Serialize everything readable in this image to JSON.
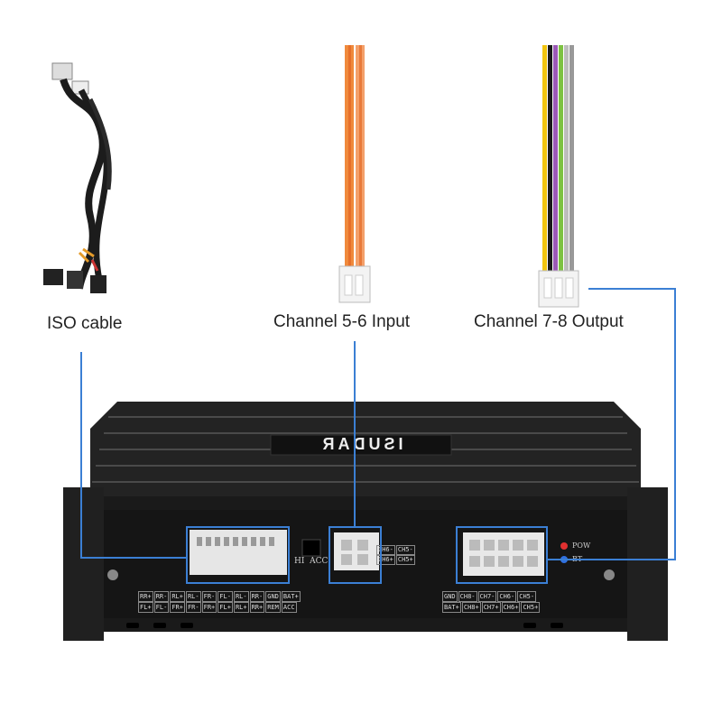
{
  "captions": {
    "iso": "ISO cable",
    "input": "Channel 5-6 Input",
    "output": "Channel 7-8 Output"
  },
  "device": {
    "brand": "ISUDAR",
    "switch_labels": "HI  ACC",
    "pow_label": "POW",
    "bt_label": "BT",
    "iso_pins_top": [
      "RR+",
      "RR-",
      "RL+",
      "RL-",
      "FR-",
      "FL-",
      "RL-",
      "RR-",
      "GND",
      "BAT+"
    ],
    "iso_pins_bottom": [
      "FL+",
      "FL-",
      "FR+",
      "FR-",
      "FR+",
      "FL+",
      "RL+",
      "RR+",
      "REM",
      "ACC"
    ],
    "input_pins_top": [
      "CH6-",
      "CH5-"
    ],
    "input_pins_bottom": [
      "CH6+",
      "CH5+"
    ],
    "output_pins_top": [
      "GND",
      "CH8-",
      "CH7-",
      "CH6-",
      "CH5-"
    ],
    "output_pins_bottom": [
      "BAT+",
      "CH8+",
      "CH7+",
      "CH6+",
      "CH5+"
    ]
  },
  "colors": {
    "callout_line": "#3b7fd4",
    "chassis": "#1a1a1a",
    "cable": "#1c1c1c"
  }
}
